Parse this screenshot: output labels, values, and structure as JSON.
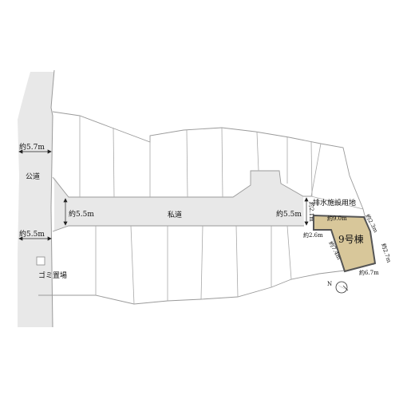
{
  "labels": {
    "public_road": "公道",
    "private_road": "私道",
    "trash_area": "ゴミ置場",
    "drainage_area": "排水施設用地",
    "lot_name": "9号棟"
  },
  "dimensions": {
    "public_road_width_top": "約5.7m",
    "public_road_width_bottom": "約5.5m",
    "private_road_width_left": "約5.5m",
    "private_road_width_right": "約5.5m",
    "private_road_end_width": "約2.1m",
    "lot_top": "約9.0m",
    "lot_left": "約2.6m",
    "lot_diag_left": "約7.4m",
    "lot_right_top": "約2.3m",
    "lot_right": "約2.7m",
    "lot_bottom": "約6.7m"
  },
  "compass": {
    "label": "N"
  },
  "colors": {
    "road": "#e8e8e8",
    "lot_fill": "#d8c79a",
    "lot_border": "#555555",
    "line": "#999999"
  }
}
